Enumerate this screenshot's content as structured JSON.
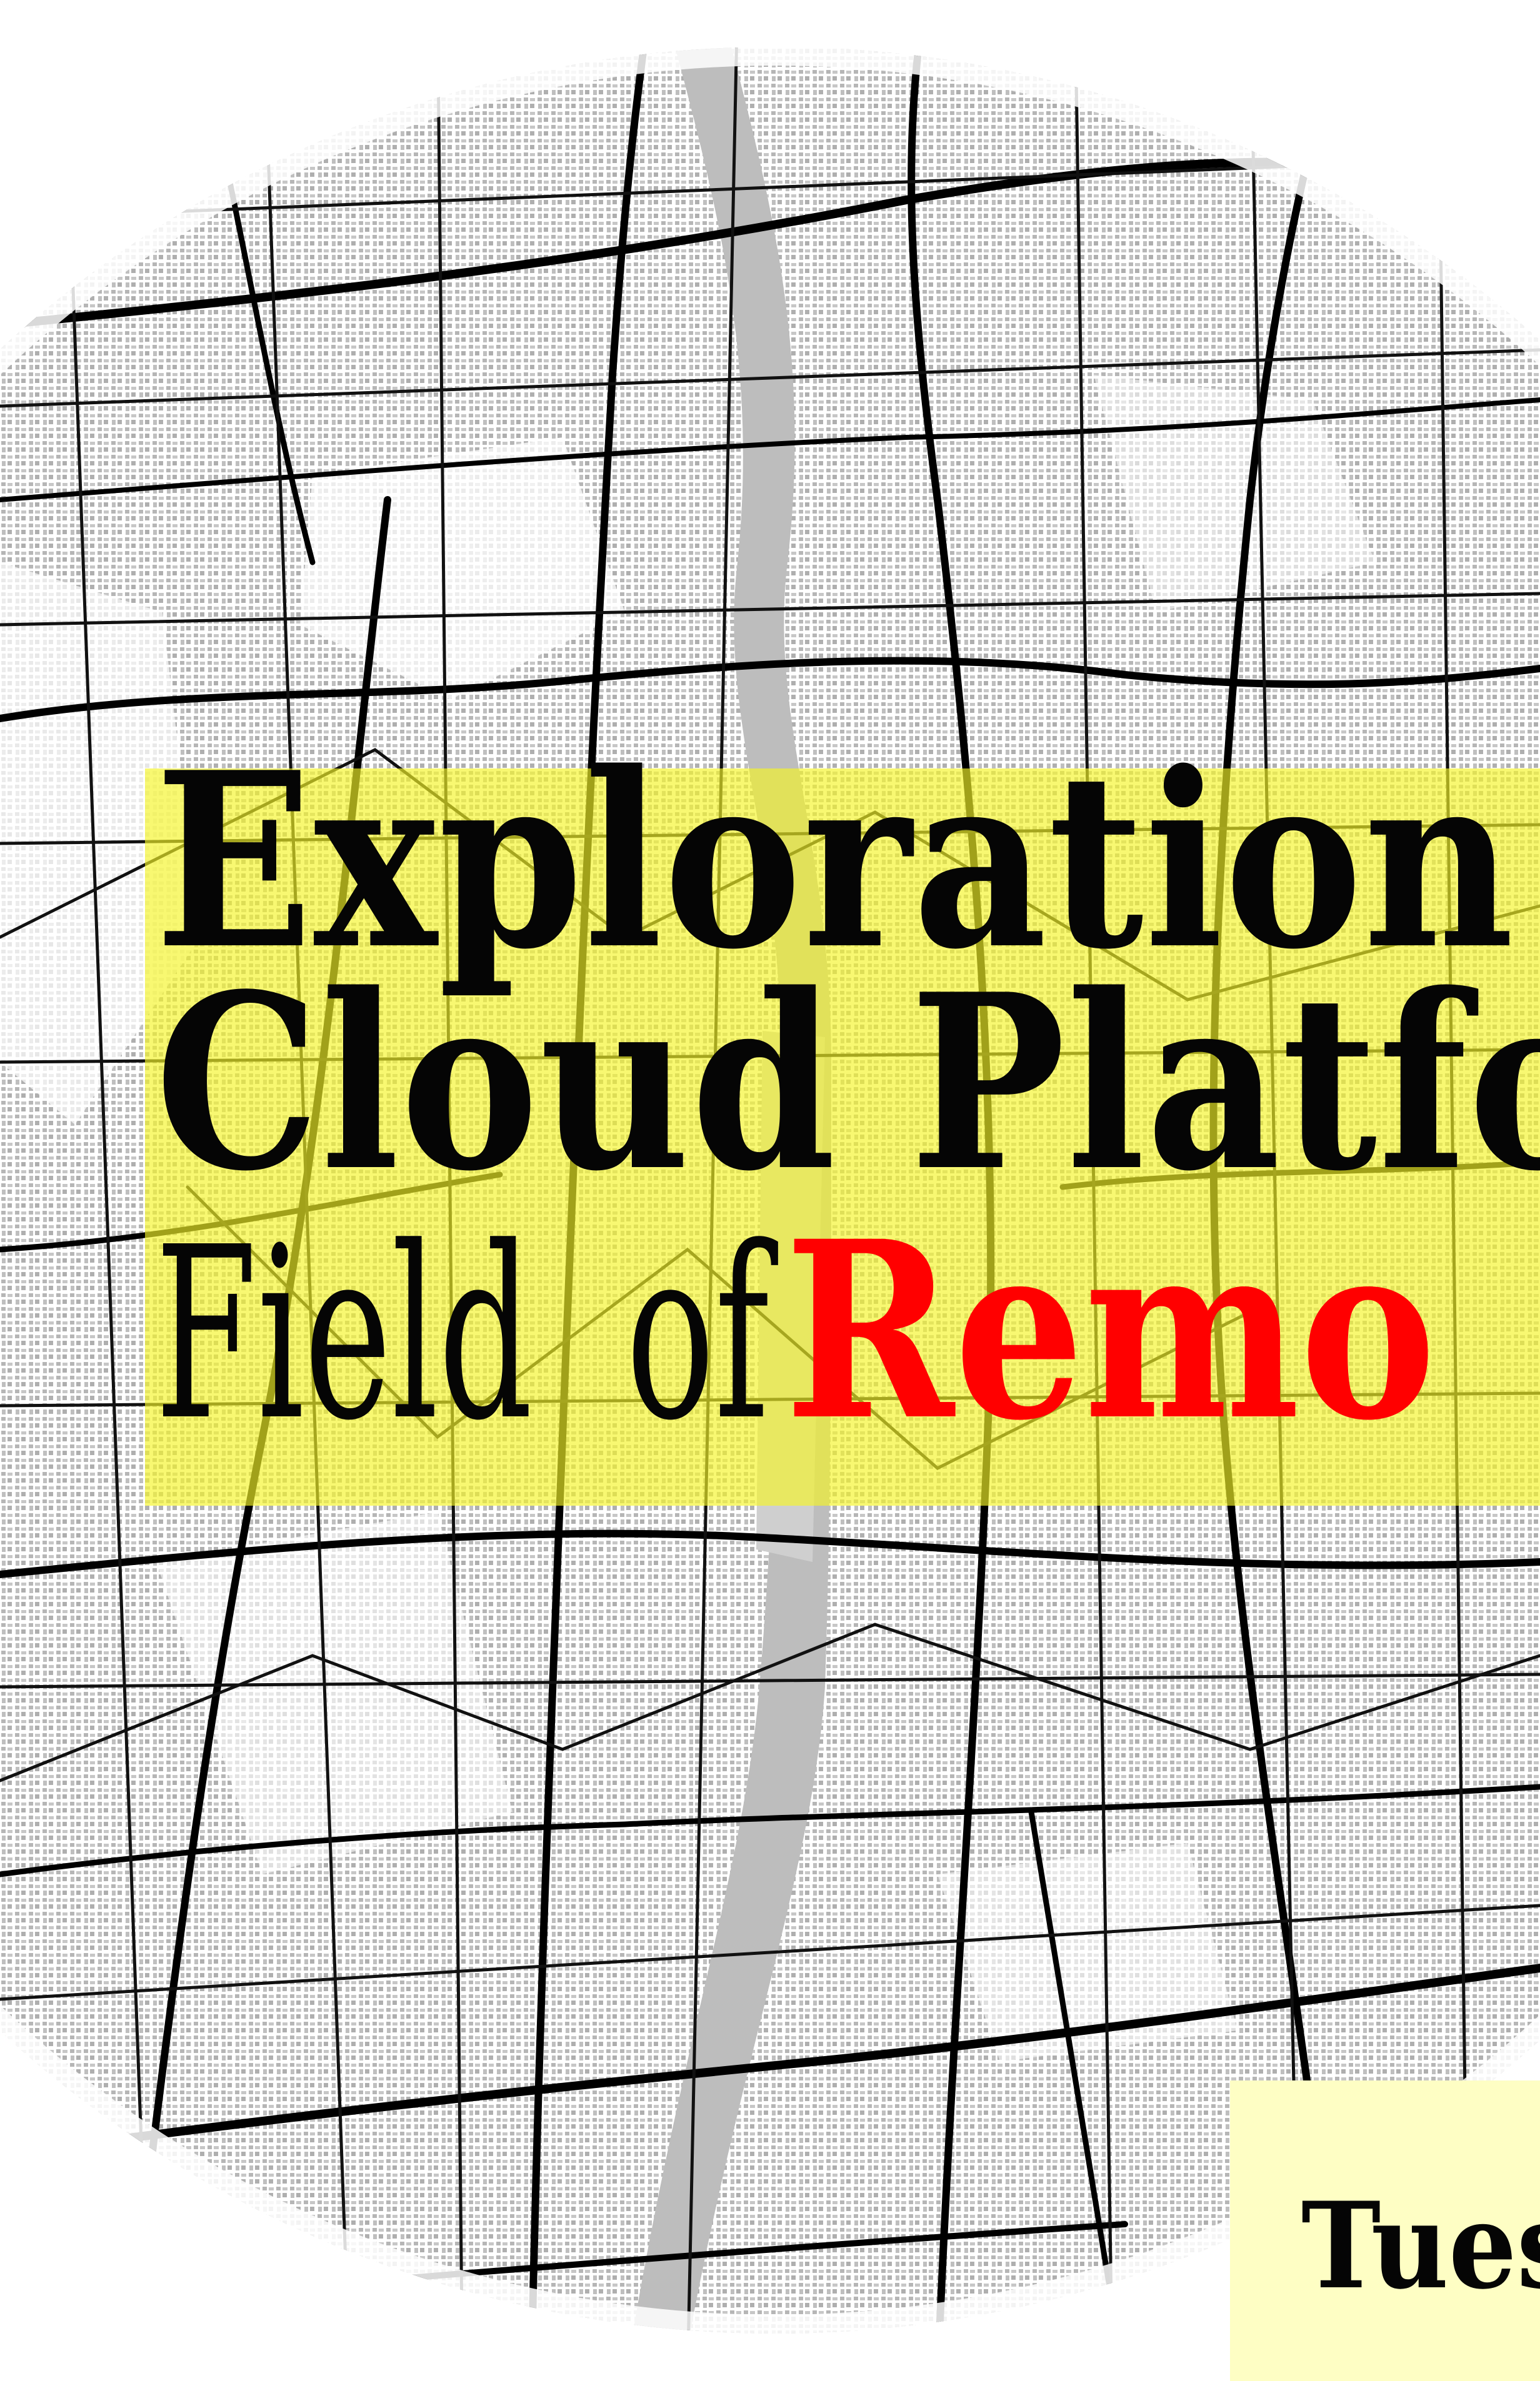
{
  "poster": {
    "title_line_1": "Exploration o",
    "title_line_2": "Cloud Platfor",
    "title_line_3_prefix": "Field of",
    "title_line_3_highlight": "Remo",
    "date_label": "Tues"
  },
  "colors": {
    "highlight_band": "#f4f428",
    "highlight_text": "#ff0000",
    "date_box": "#fefec4",
    "text": "#050505"
  },
  "background": {
    "type": "map-icon",
    "description_icon": "city-street-map-icon"
  }
}
